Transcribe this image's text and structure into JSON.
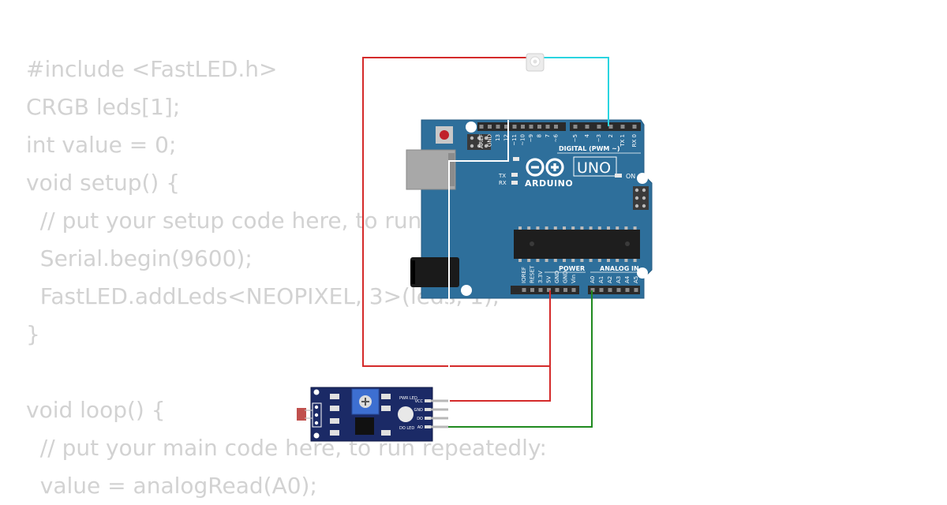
{
  "code_lines": [
    "#include <FastLED.h>",
    "CRGB leds[1];",
    "int value = 0;",
    "void setup() {",
    "  // put your setup code here, to run once:",
    "  Serial.begin(9600);",
    "  FastLED.addLeds<NEOPIXEL, 3>(leds, 1);",
    "}",
    "",
    "void loop() {",
    "  // put your main code here, to run repeatedly:",
    "  value = analogRead(A0);"
  ],
  "board": {
    "brand": "ARDUINO",
    "model": "UNO",
    "digital_label": "DIGITAL (PWM ~)",
    "power_label": "POWER",
    "analog_label": "ANALOG IN",
    "on_label": "ON",
    "tx_label": "TX",
    "rx_label": "RX",
    "digital_pins": [
      "AREF",
      "GND",
      "13",
      "12",
      "~11",
      "~10",
      "~9",
      "8",
      "7",
      "~6",
      "~5",
      "4",
      "~3",
      "2",
      "TX 1",
      "RX 0"
    ],
    "power_pins": [
      "IOREF",
      "RESET",
      "3.3V",
      "5V",
      "GND",
      "GND",
      "Vin"
    ],
    "analog_pins": [
      "A0",
      "A1",
      "A2",
      "A3",
      "A4",
      "A5"
    ]
  },
  "sensor": {
    "pins": [
      "VCC",
      "GND",
      "DO",
      "AO"
    ],
    "pwr_led_label": "PWR LED",
    "do_led_label": "DO LED"
  },
  "wire_colors": {
    "vcc": "#d42a2a",
    "signal": "#2ad4e0",
    "gnd": "#ffffff",
    "analog": "#1f8a1f"
  },
  "colors": {
    "board": "#2e6f9b",
    "code_text": "#d2d2d2",
    "sensor_board": "#1b2a66"
  }
}
